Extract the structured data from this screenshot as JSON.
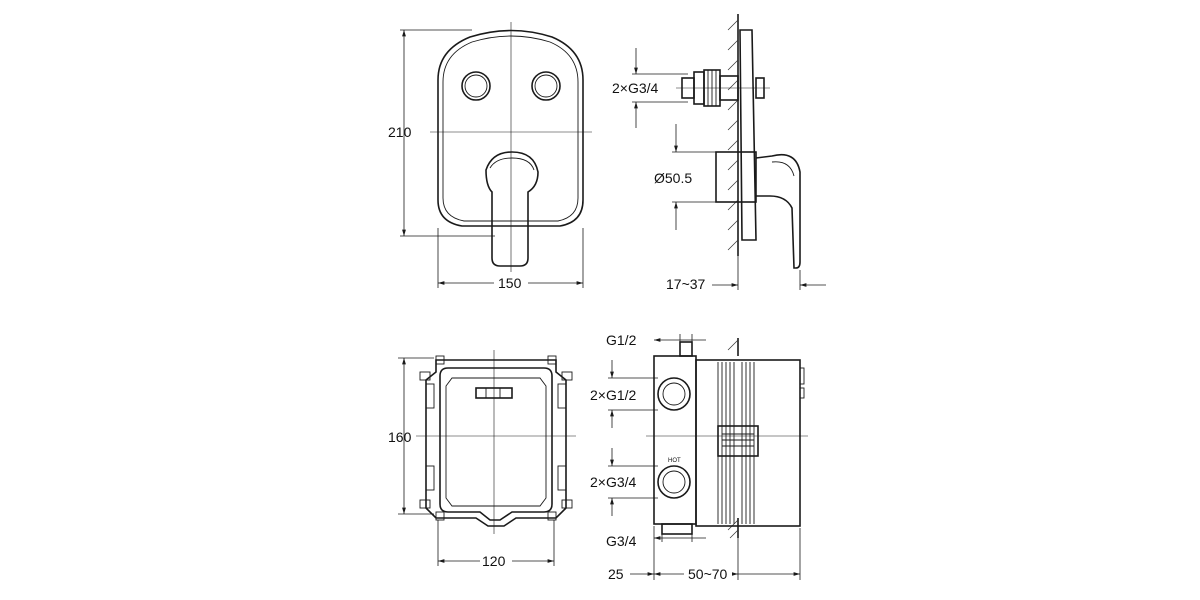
{
  "views": {
    "front_top": {
      "height": "210",
      "width": "150"
    },
    "side_top": {
      "inlet": "2×G3/4",
      "diameter": "Ø50.5",
      "wall_range": "17~37"
    },
    "front_bottom": {
      "height": "160",
      "width": "120"
    },
    "side_bottom": {
      "top_port": "G1/2",
      "upper_ports": "2×G1/2",
      "lower_ports": "2×G3/4",
      "bottom_port": "G3/4",
      "front_depth": "25",
      "body_depth": "50~70",
      "port_marking": "HOT"
    }
  }
}
